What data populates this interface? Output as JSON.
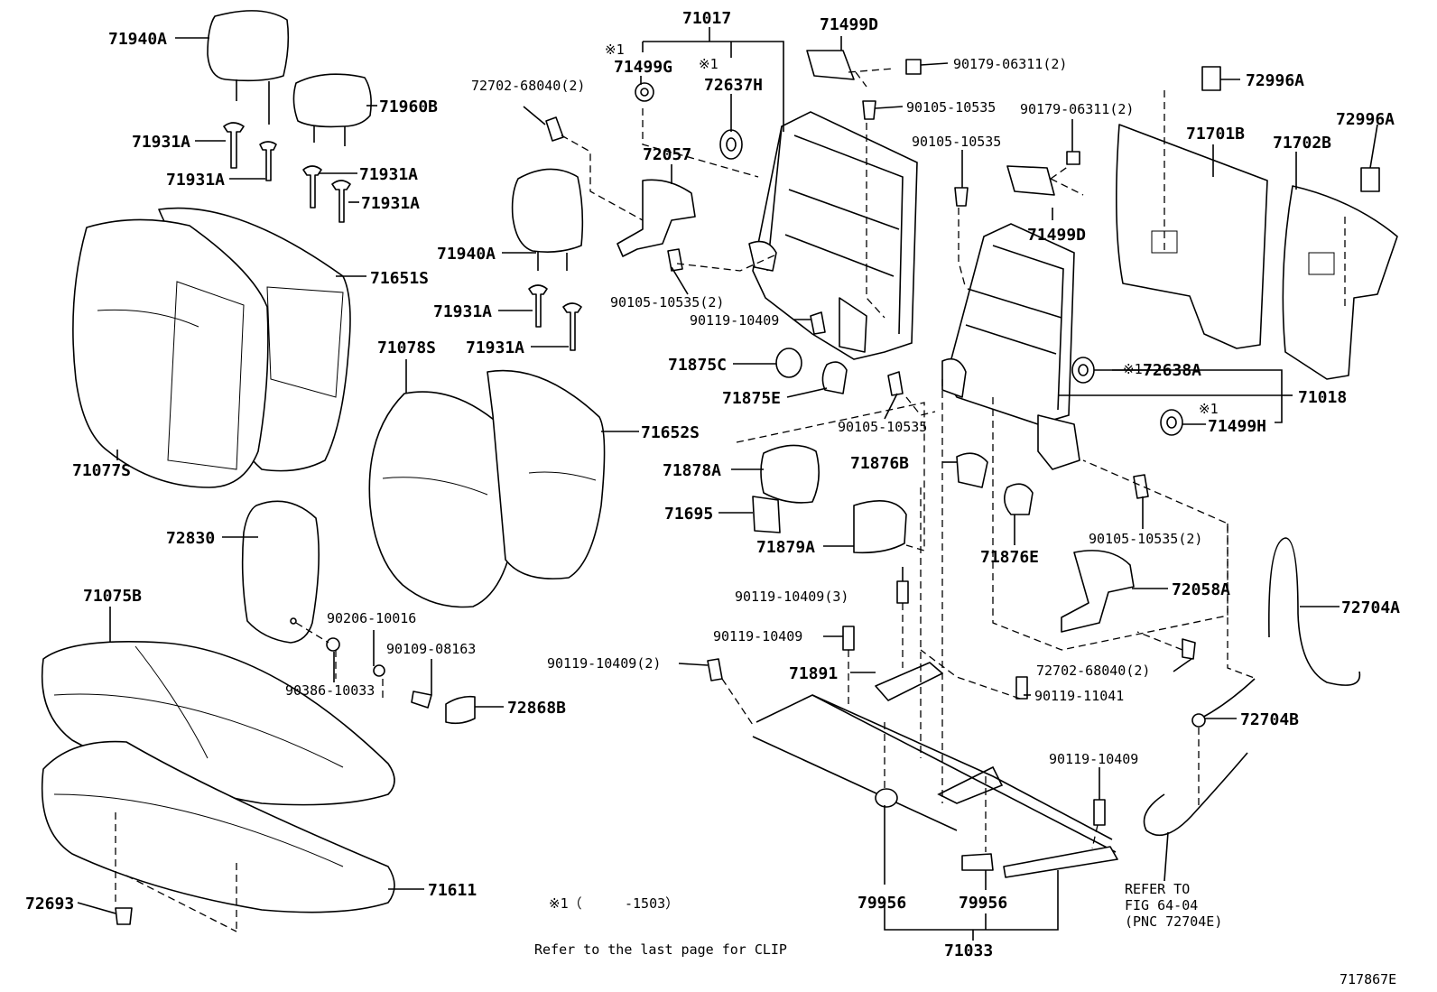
{
  "diagram": {
    "code": "717867E",
    "footnote_prefix": "※1（",
    "footnote_range": "-1503）",
    "clip_note": "Refer to the last page for CLIP",
    "refer_note": [
      "REFER TO",
      "FIG 64-04",
      "(PNC 72704E)"
    ],
    "note_mark": "※1"
  },
  "labels": {
    "p71940A_top": "71940A",
    "p71960B": "71960B",
    "p71931A_1": "71931A",
    "p71931A_2": "71931A",
    "p71931A_3": "71931A",
    "p71931A_4": "71931A",
    "p71931A_5": "71931A",
    "p71931A_6": "71931A",
    "p71940A_mid": "71940A",
    "p71651S": "71651S",
    "p71077S": "71077S",
    "p71078S": "71078S",
    "p71652S": "71652S",
    "p72830": "72830",
    "p71075B": "71075B",
    "p90206": "90206-10016",
    "p90109": "90109-08163",
    "p90386": "90386-10033",
    "p72868B": "72868B",
    "p72693": "72693",
    "p71611": "71611",
    "p71017": "71017",
    "p71499G": "71499G",
    "p72637H": "72637H",
    "p72702_top": "72702-68040(2)",
    "p72057": "72057",
    "p90105_10535_2a": "90105-10535(2)",
    "p90119_10409_a": "90119-10409",
    "p71875C": "71875C",
    "p71875E": "71875E",
    "p71499D_top": "71499D",
    "p90179_a": "90179-06311(2)",
    "p90105_a": "90105-10535",
    "p90179_b": "90179-06311(2)",
    "p90105_b": "90105-10535",
    "p71499D_mid": "71499D",
    "p90105_c": "90105-10535",
    "p72996A_a": "72996A",
    "p72996A_b": "72996A",
    "p71701B": "71701B",
    "p71702B": "71702B",
    "p72638A": "72638A",
    "p71018": "71018",
    "p71499H": "71499H",
    "p71878A": "71878A",
    "p71695": "71695",
    "p71879A": "71879A",
    "p71876B": "71876B",
    "p71876E": "71876E",
    "p90105_10535_2b": "90105-10535(2)",
    "p72058A": "72058A",
    "p72704A": "72704A",
    "p72702_bot": "72702-68040(2)",
    "p90119_11041": "90119-11041",
    "p72704B": "72704B",
    "p90119_10409_3": "90119-10409(3)",
    "p90119_10409_b": "90119-10409",
    "p90119_10409_2": "90119-10409(2)",
    "p71891": "71891",
    "p90119_10409_c": "90119-10409",
    "p79956_a": "79956",
    "p79956_b": "79956",
    "p71033": "71033"
  }
}
